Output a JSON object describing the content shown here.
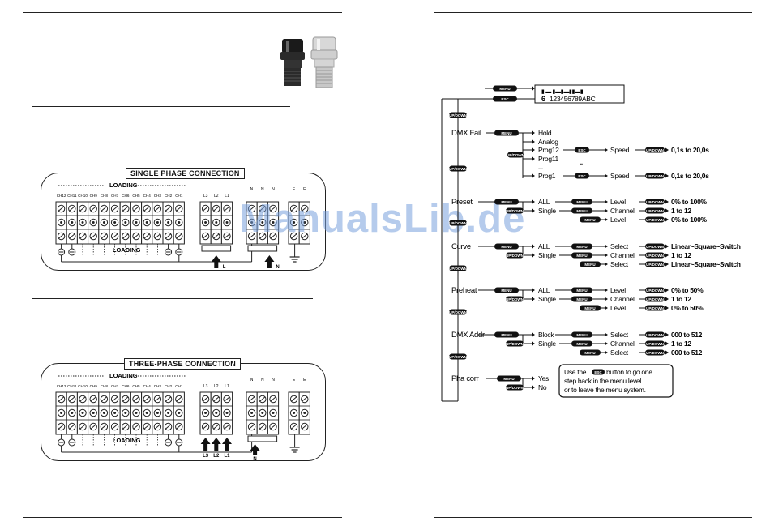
{
  "watermark": "ManualsLib.de",
  "single_phase": {
    "title": "SINGLE PHASE CONNECTION",
    "loading_top": "LOADING",
    "loading_mid": "LOADING",
    "channels": [
      "CH12",
      "CH11",
      "CH10",
      "CH9",
      "CH8",
      "CH7",
      "CH6",
      "CH5",
      "CH4",
      "CH3",
      "CH2",
      "CH1"
    ],
    "phases": [
      "L3",
      "L2",
      "L1"
    ],
    "neutral": [
      "N",
      "N",
      "N"
    ],
    "earth": [
      "E",
      "E"
    ],
    "arrow_labels": [
      "L",
      "N"
    ]
  },
  "three_phase": {
    "title": "THREE-PHASE CONNECTION",
    "loading_top": "LOADING",
    "loading_mid": "LOADING",
    "channels": [
      "CH12",
      "CH11",
      "CH10",
      "CH9",
      "CH8",
      "CH7",
      "CH6",
      "CH5",
      "CH4",
      "CH3",
      "CH2",
      "CH1"
    ],
    "phases": [
      "L3",
      "L2",
      "L1"
    ],
    "neutral": [
      "N",
      "N",
      "N"
    ],
    "earth": [
      "E",
      "E"
    ],
    "arrow_labels": [
      "L3",
      "L2",
      "L1",
      "N"
    ]
  },
  "display": {
    "row1": "▮ ▬ ▮▬▮▬▮▮▬▮",
    "row2_digit": "6",
    "row2_rest": "123456789ABC"
  },
  "buttons": {
    "menu": "MENU",
    "esc": "ESC",
    "updown": "UP/DOWN"
  },
  "menu": {
    "dmx_fail": {
      "label": "DMX Fail",
      "hold": "Hold",
      "analog": "Analog",
      "prog12": "Prog12",
      "prog11": "Prog11",
      "ellipsis1": "..",
      "ellipsis2": "...",
      "prog1": "Prog1",
      "speed": "Speed",
      "speed_range": "0,1s to 20,0s"
    },
    "preset": {
      "label": "Preset",
      "all": "ALL",
      "single": "Single",
      "level": "Level",
      "level_range": "0% to 100%",
      "channel": "Channel",
      "channel_range": "1 to 12"
    },
    "curve": {
      "label": "Curve",
      "all": "ALL",
      "single": "Single",
      "select": "Select",
      "select_range": "Linear~Square~Switch",
      "channel": "Channel",
      "channel_range": "1 to 12"
    },
    "preheat": {
      "label": "Preheat",
      "all": "ALL",
      "single": "Single",
      "level": "Level",
      "level_range": "0% to 50%",
      "channel": "Channel",
      "channel_range": "1 to 12"
    },
    "dmx_addr": {
      "label": "DMX Addr",
      "block": "Block",
      "single": "Single",
      "select": "Select",
      "select_range": "000 to 512",
      "channel": "Channel",
      "channel_range": "1 to 12"
    },
    "pha_corr": {
      "label": "Pha corr",
      "yes": "Yes",
      "no": "No"
    },
    "note_line1": "Use the",
    "note_esc": "ESC",
    "note_line1b": "button to go one",
    "note_line2": "step back in the menu level",
    "note_line3": "or to leave the menu system."
  }
}
